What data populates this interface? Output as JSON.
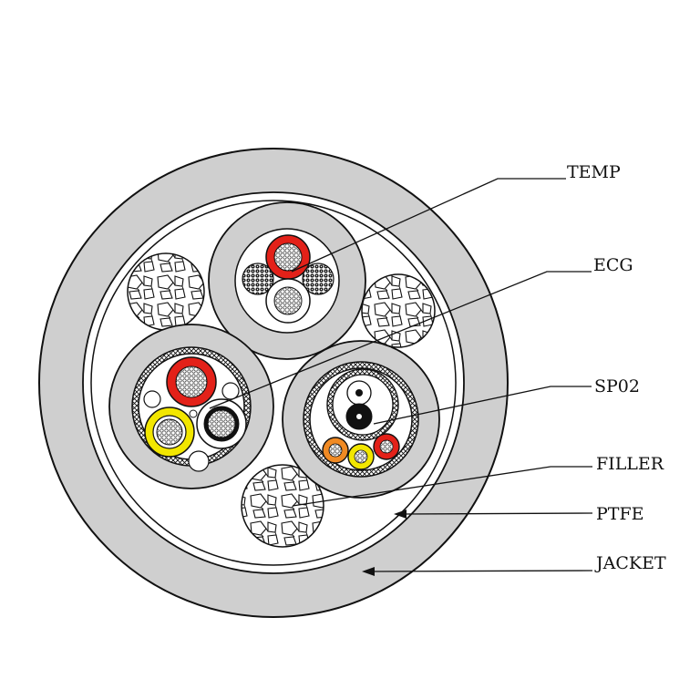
{
  "labels": {
    "temp": "TEMP",
    "ecg": "ECG",
    "spo2": "SP02",
    "filler": "FILLER",
    "ptfe": "PTFE",
    "jacket": "JACKET"
  },
  "colors": {
    "jacket": "#cfcfcf",
    "red": "#e32119",
    "yellow": "#f2e600",
    "orange": "#f08a24",
    "outline": "#111111",
    "background": "#ffffff"
  }
}
